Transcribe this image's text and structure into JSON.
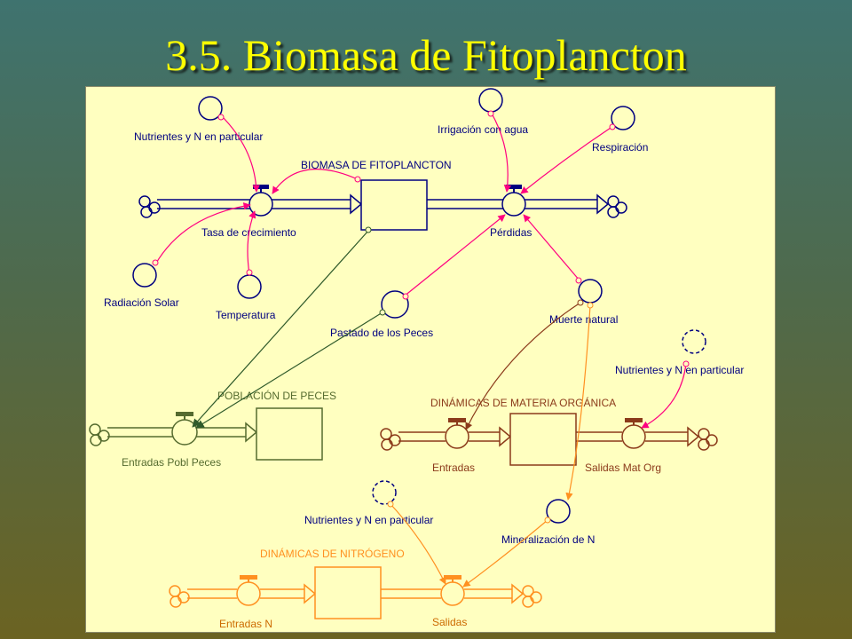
{
  "slide": {
    "title": "3.5. Biomasa de Fitoplancton"
  },
  "colors": {
    "phyto": "#000080",
    "phyto_link": "#ff0080",
    "fish": "#556b2f",
    "organic": "#8b3a1a",
    "nitrogen": "#ffa040",
    "panel": "#ffffc0"
  },
  "diagram": {
    "phyto": {
      "stock": "BIOMASA DE FITOPLANCTON",
      "inflow": "Tasa de crecimiento",
      "outflow": "Pérdidas",
      "nutrients": "Nutrientes y N en particular",
      "radiation": "Radiación Solar",
      "temperature": "Temperatura",
      "irrigation": "Irrigación con agua",
      "respiration": "Respiración",
      "grazing": "Pastado de los Peces",
      "natural_death": "Muerte natural"
    },
    "fish": {
      "stock": "POBLACIÓN DE PECES",
      "inflow": "Entradas Pobl Peces"
    },
    "organic": {
      "stock": "DINÁMICAS DE MATERIA ORGÁNICA",
      "inflow": "Entradas",
      "outflow": "Salidas Mat Org",
      "nutrients": "Nutrientes y N en particular"
    },
    "nitrogen": {
      "stock": "DINÁMICAS DE NITRÓGENO",
      "inflow": "Entradas N",
      "outflow": "Salidas",
      "nutrients": "Nutrientes y N en particular",
      "mineralization": "Mineralización de N"
    }
  }
}
